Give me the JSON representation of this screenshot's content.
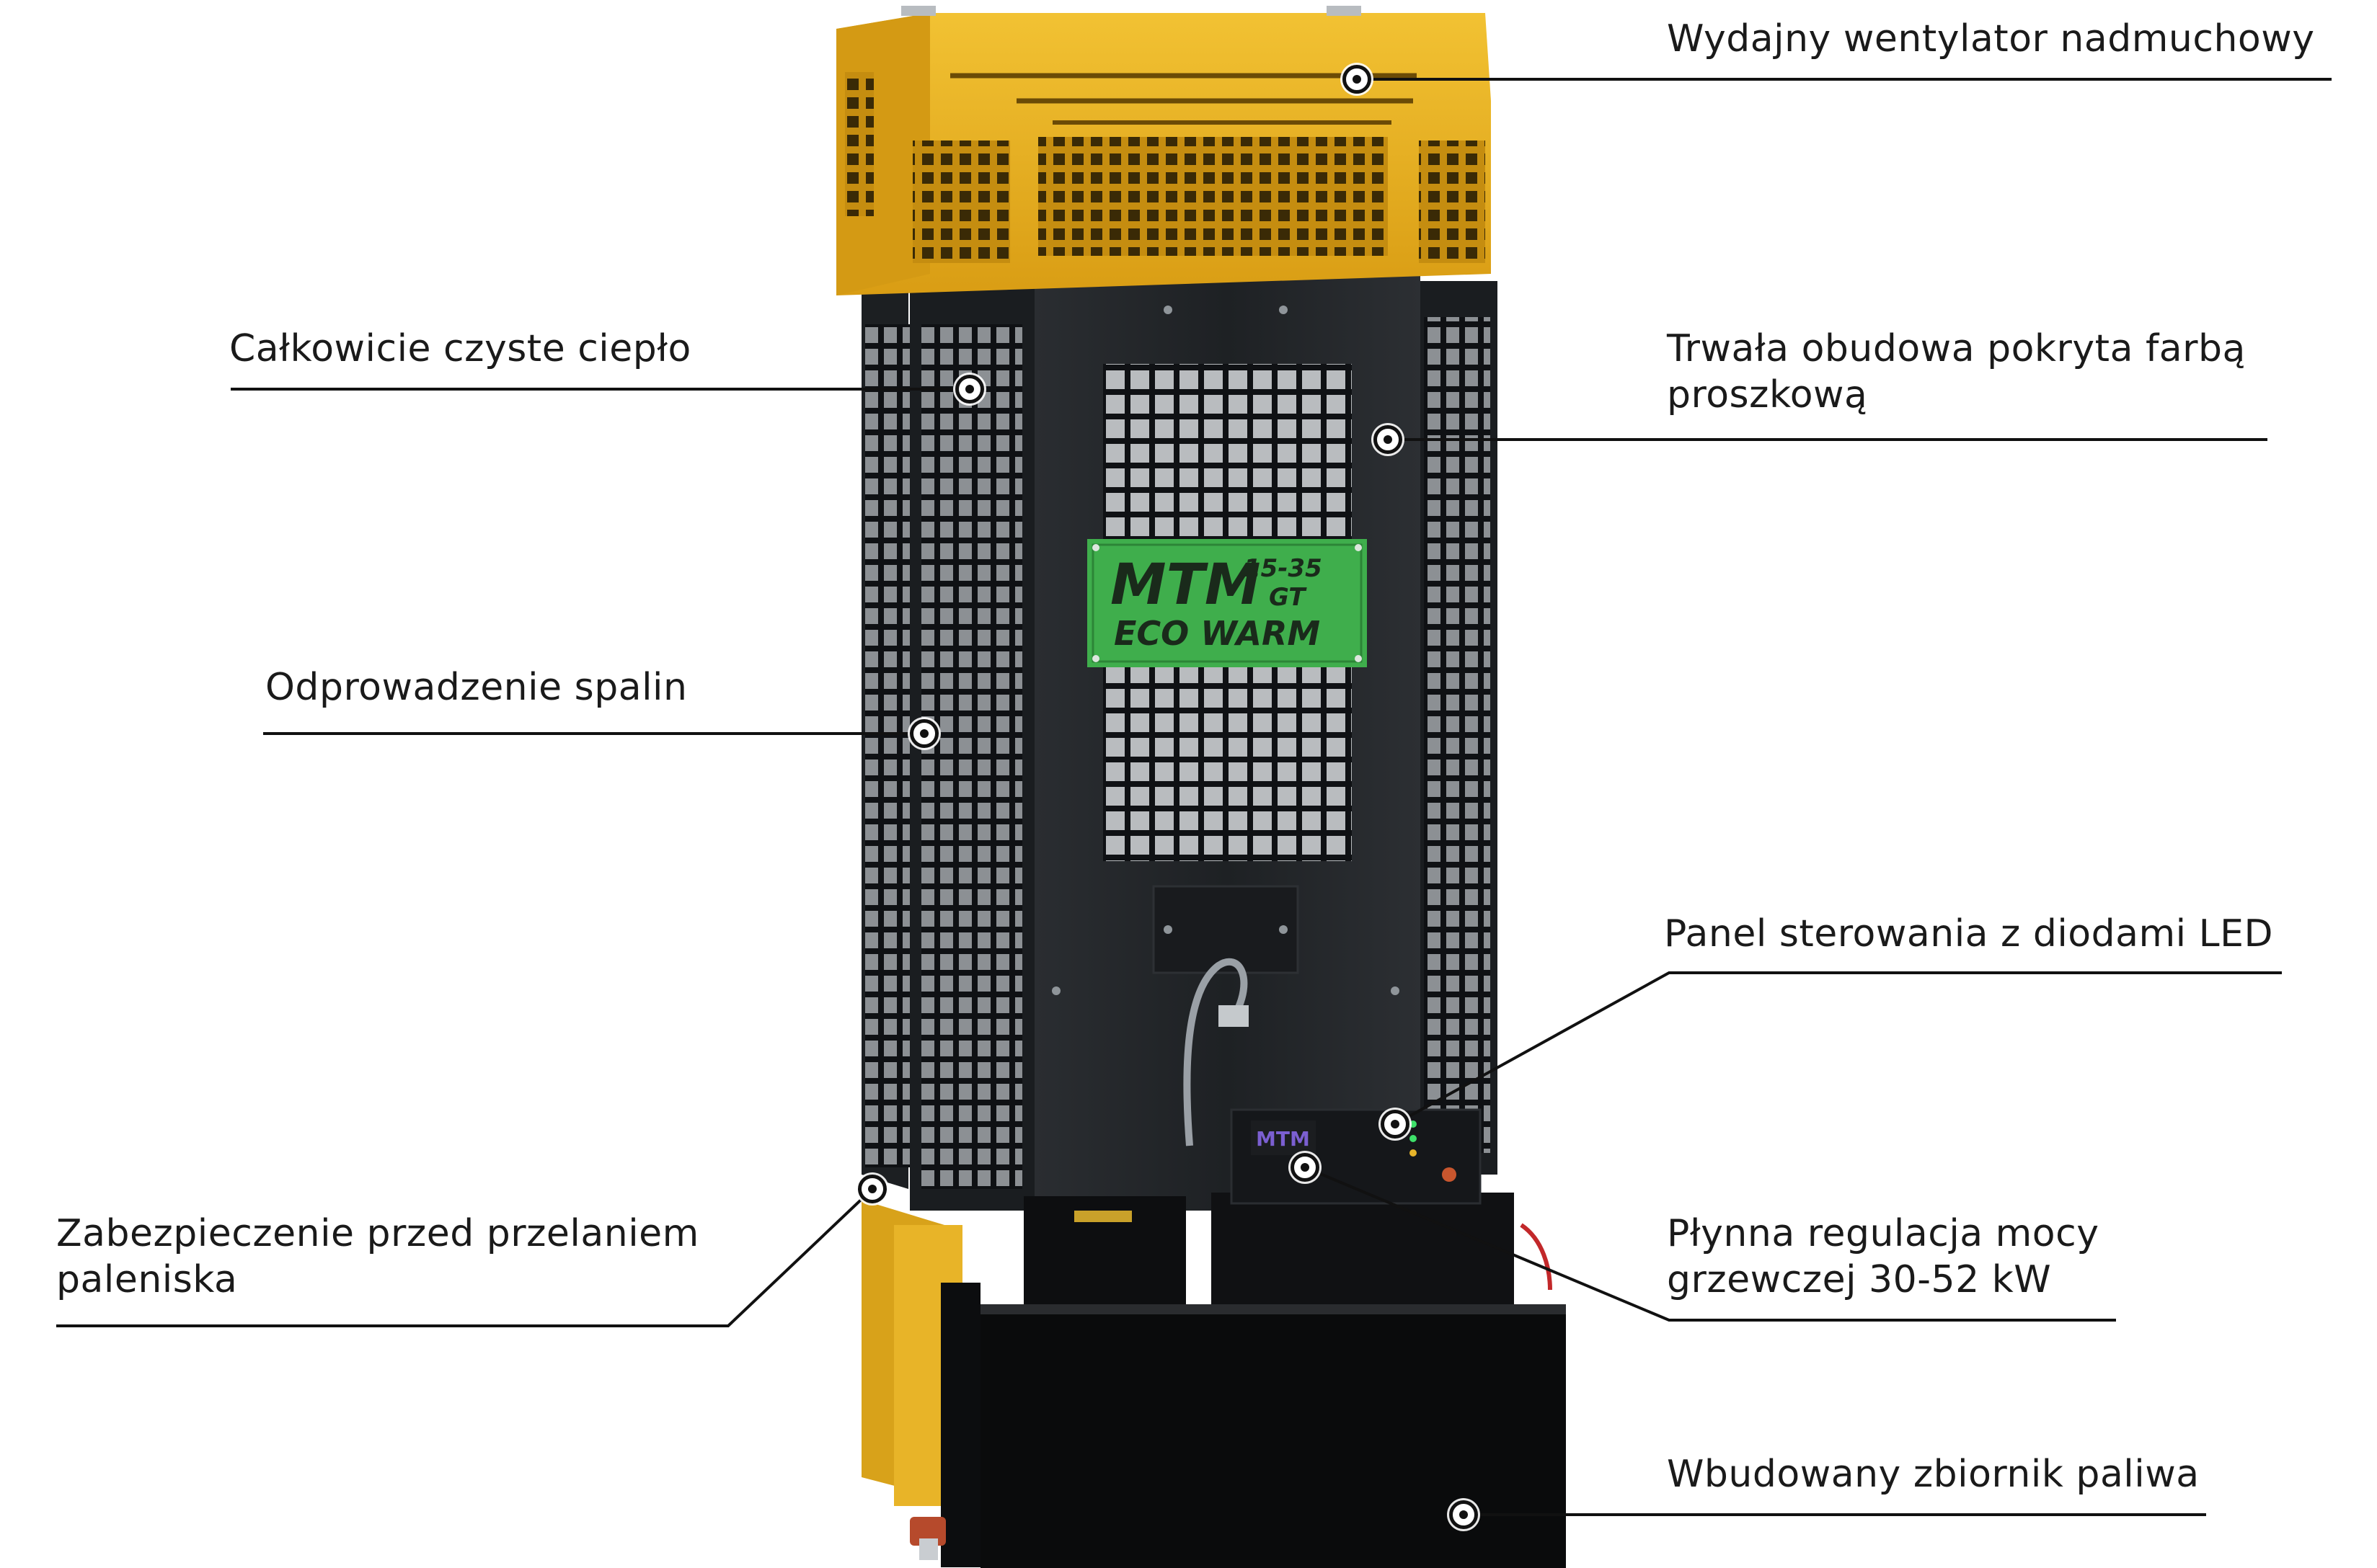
{
  "product": {
    "brand": "MTM",
    "model_line_1": "15-35",
    "model_line_2": "GT",
    "series": "ECO WARM",
    "panel_brand": "MTM"
  },
  "callouts": {
    "fan": "Wydajny wentylator nadmuchowy",
    "clean_heat": "Całkowicie czyste ciepło",
    "housing_line_1": "Trwała obudowa pokryta farbą",
    "housing_line_2": "proszkową",
    "exhaust": "Odprowadzenie spalin",
    "control_panel": "Panel sterowania z diodami LED",
    "overflow_line_1": "Zabezpieczenie przed przelaniem",
    "overflow_line_2": "paleniska",
    "power_line_1": "Płynna regulacja mocy",
    "power_line_2": "grzewczej 30-52 kW",
    "tank": "Wbudowany zbiornik paliwa"
  },
  "colors": {
    "yellow": "#e9b22a",
    "dark_body": "#1f2226",
    "green_badge": "#3fae4c",
    "line": "#111111"
  }
}
